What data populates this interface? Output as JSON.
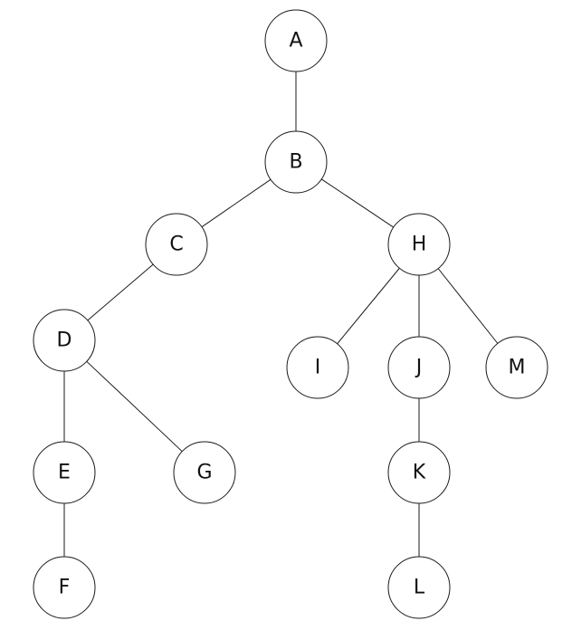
{
  "diagram": {
    "type": "tree",
    "root": "A",
    "nodes": [
      {
        "id": "A",
        "label": "A"
      },
      {
        "id": "B",
        "label": "B"
      },
      {
        "id": "C",
        "label": "C"
      },
      {
        "id": "H",
        "label": "H"
      },
      {
        "id": "D",
        "label": "D"
      },
      {
        "id": "I",
        "label": "I"
      },
      {
        "id": "J",
        "label": "J"
      },
      {
        "id": "M",
        "label": "M"
      },
      {
        "id": "E",
        "label": "E"
      },
      {
        "id": "G",
        "label": "G"
      },
      {
        "id": "K",
        "label": "K"
      },
      {
        "id": "F",
        "label": "F"
      },
      {
        "id": "L",
        "label": "L"
      }
    ],
    "edges": [
      {
        "from": "A",
        "to": "B"
      },
      {
        "from": "B",
        "to": "C"
      },
      {
        "from": "B",
        "to": "H"
      },
      {
        "from": "C",
        "to": "D"
      },
      {
        "from": "D",
        "to": "E"
      },
      {
        "from": "D",
        "to": "G"
      },
      {
        "from": "E",
        "to": "F"
      },
      {
        "from": "H",
        "to": "I"
      },
      {
        "from": "H",
        "to": "J"
      },
      {
        "from": "H",
        "to": "M"
      },
      {
        "from": "J",
        "to": "K"
      },
      {
        "from": "K",
        "to": "L"
      }
    ],
    "colors": {
      "stroke": "#1a1a1a",
      "fill": "#ffffff",
      "text": "#111111"
    }
  }
}
